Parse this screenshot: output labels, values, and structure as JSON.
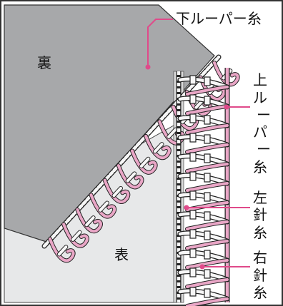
{
  "labels": {
    "back": "裏",
    "front": "表",
    "lower_looper_thread": "下ルーパー糸",
    "upper_looper_thread": [
      "上",
      "ル",
      "ー",
      "パ",
      "ー",
      "糸"
    ],
    "left_needle_thread": [
      "左",
      "針",
      "糸"
    ],
    "right_needle_thread": [
      "右",
      "針",
      "糸"
    ]
  },
  "colors": {
    "fabric_back": "#a7a8aa",
    "fabric_front": "#e7e8e9",
    "thread_pink": "#e9a6c6",
    "thread_white": "#f7f7f7",
    "outline": "#222222",
    "leader": "#e04a8a",
    "border": "#333333"
  }
}
